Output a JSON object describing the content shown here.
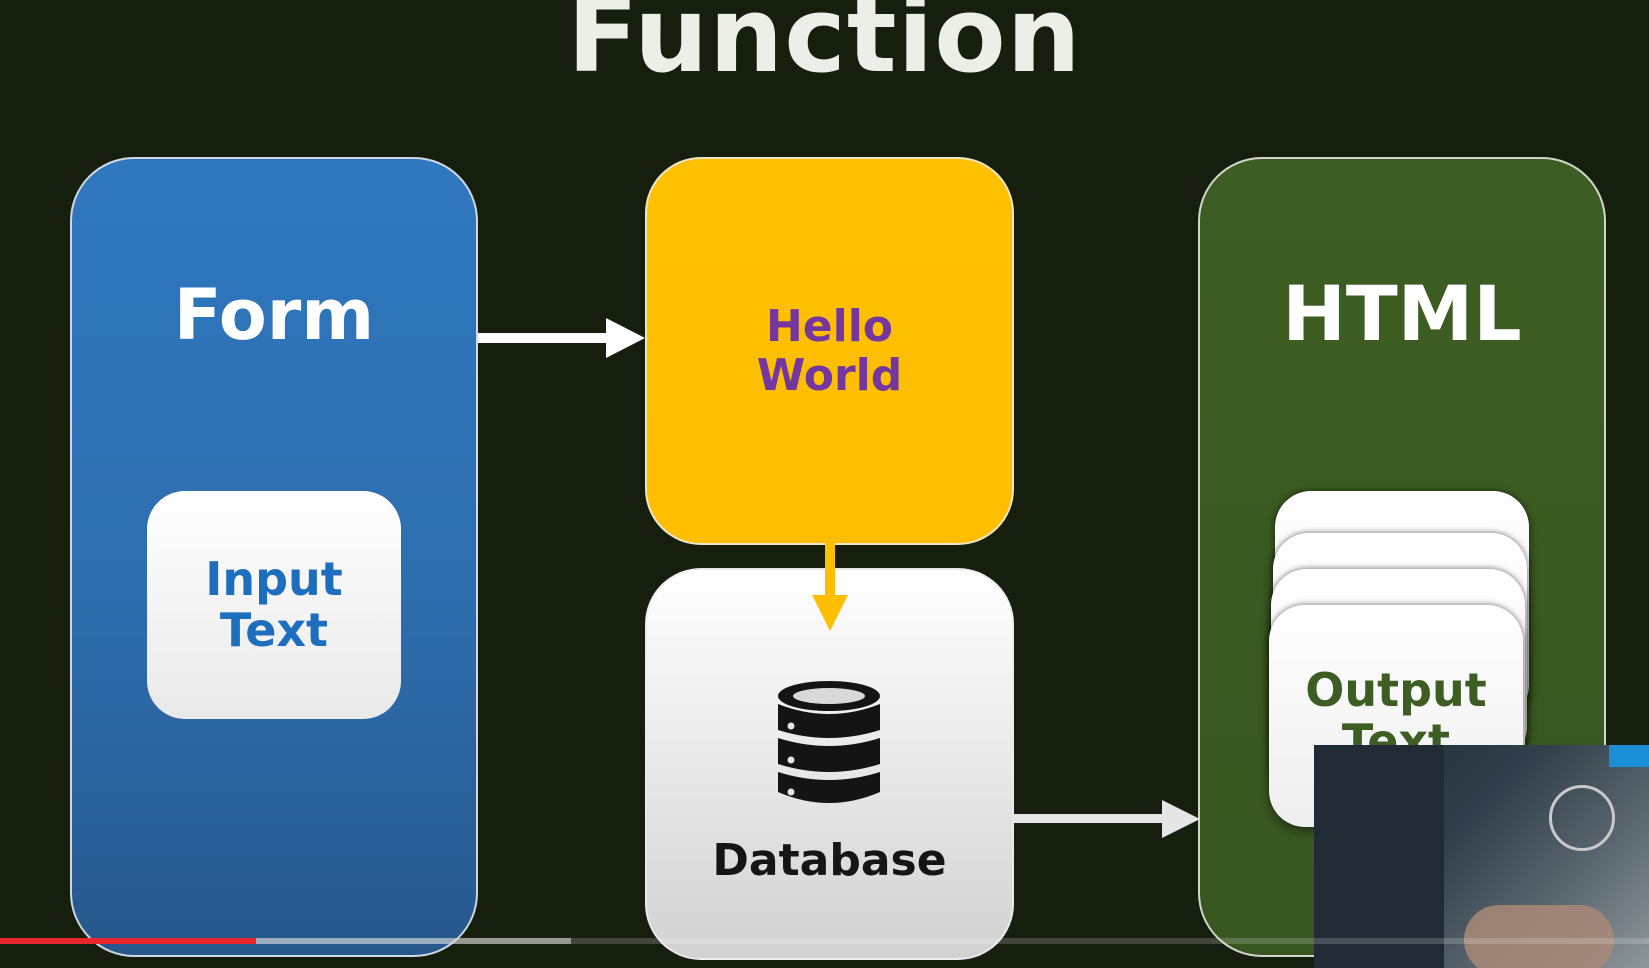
{
  "slide": {
    "title": "Function",
    "form": {
      "title": "Form",
      "card_label": "Input\nText"
    },
    "function_box": {
      "label": "Hello\nWorld"
    },
    "database": {
      "label": "Database",
      "icon": "database-icon"
    },
    "html": {
      "title": "HTML",
      "card_label": "Output\nText"
    }
  },
  "player": {
    "played_fraction": 0.155,
    "buffered_fraction": 0.346,
    "accent_color": "#e9262b"
  },
  "colors": {
    "background": "#161f0e",
    "form": "#2f77bf",
    "function": "#ffc002",
    "function_text": "#7437a0",
    "html": "#3d5e23"
  }
}
